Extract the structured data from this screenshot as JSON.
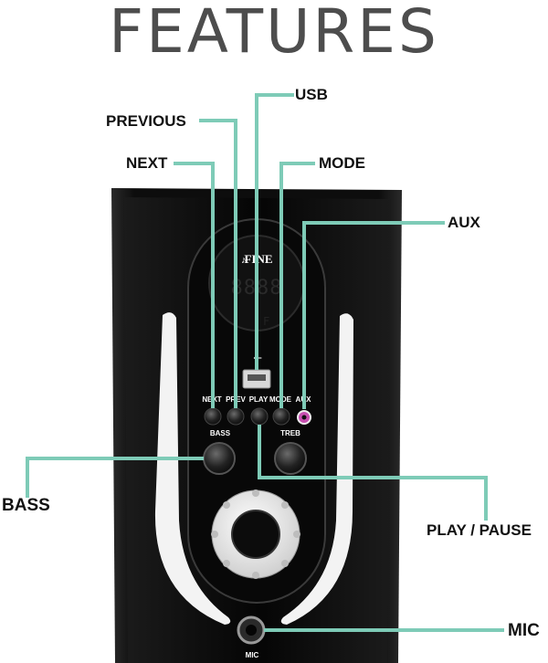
{
  "title": "FEATURES",
  "callouts": {
    "usb": "USB",
    "previous": "PREVIOUS",
    "next": "NEXT",
    "mode": "MODE",
    "aux": "AUX",
    "bass": "BASS",
    "play_pause": "PLAY / PAUSE",
    "mic": "MIC"
  },
  "device": {
    "brand": "FINE",
    "display": "8888",
    "buttons": {
      "next": "NEXT",
      "prev": "PREV",
      "play": "PLAY",
      "mode": "MODE",
      "aux": "AUX"
    },
    "knobs": {
      "bass": "BASS",
      "treb": "TREB"
    },
    "mic_port": "MIC"
  },
  "colors": {
    "leader_line": "#7ecbb7",
    "speaker_body": "#0e0e0e",
    "title": "#4d4d4d"
  }
}
